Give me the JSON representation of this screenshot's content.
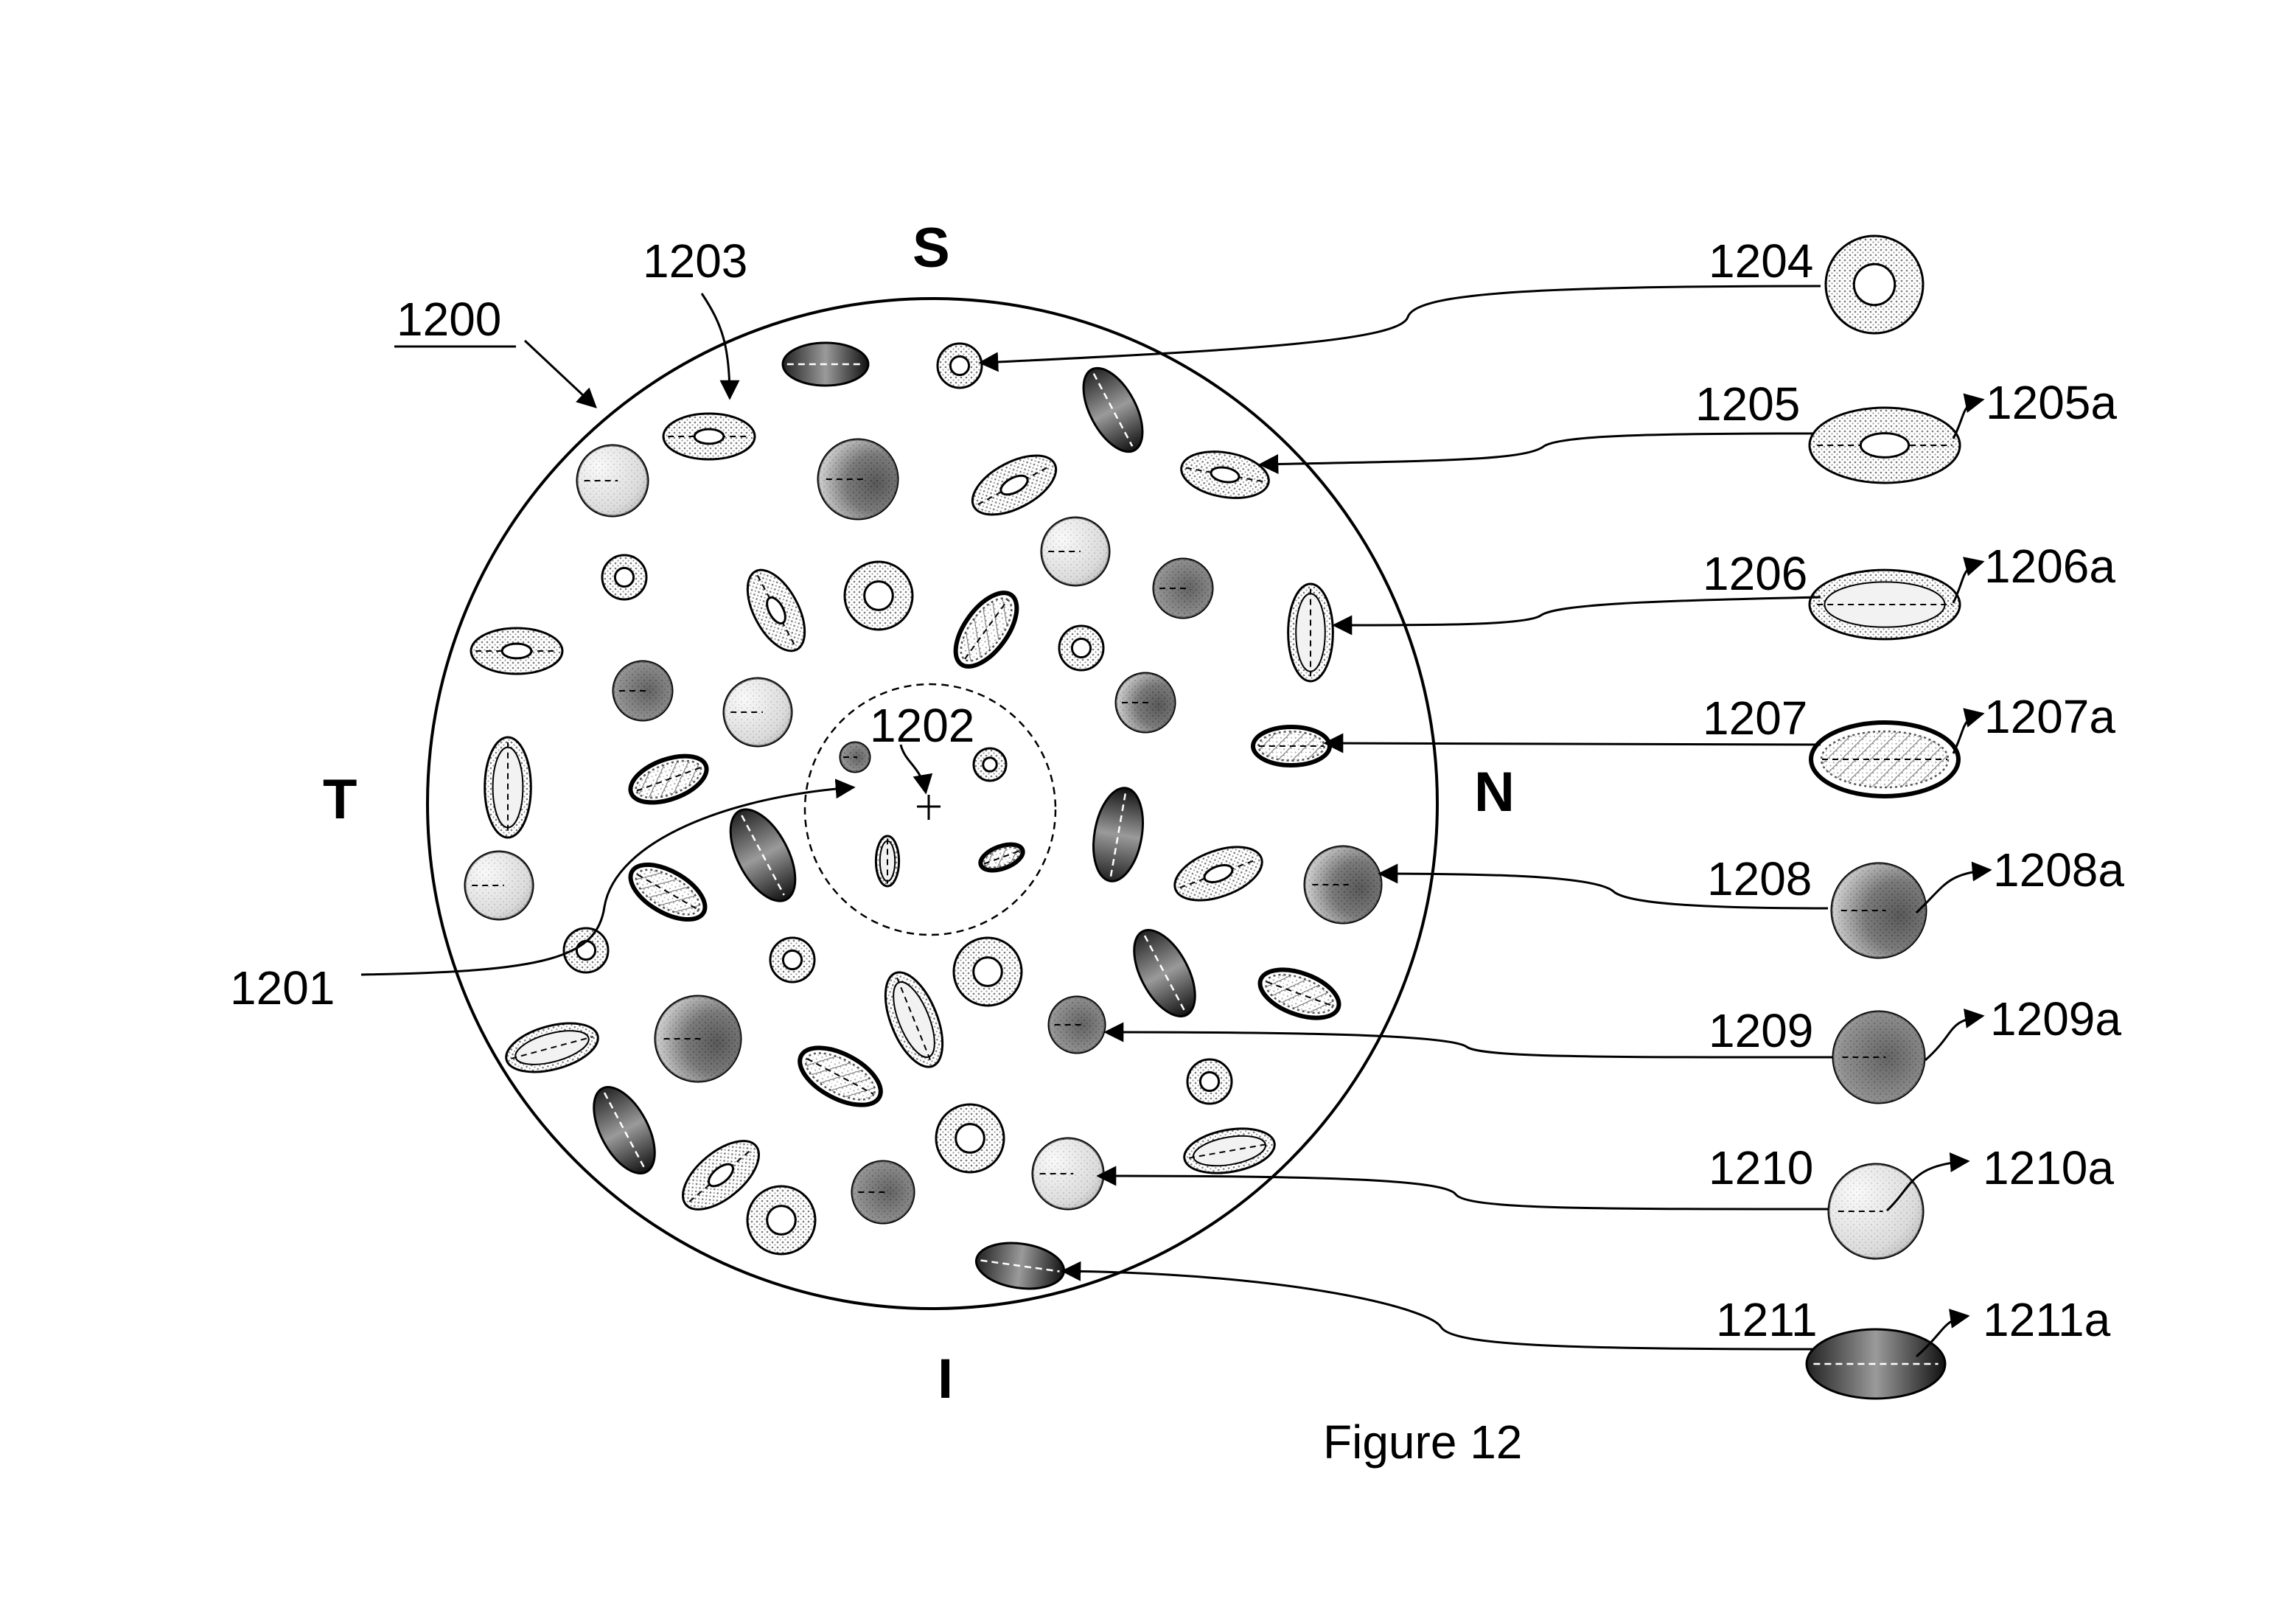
{
  "figure": {
    "caption": "Figure 12",
    "main_label": "1200",
    "directions": {
      "superior": "S",
      "inferior": "I",
      "temporal": "T",
      "nasal": "N"
    }
  },
  "callouts": {
    "c1201": "1201",
    "c1202": "1202",
    "c1203": "1203"
  },
  "legend": [
    {
      "id": "1204",
      "sub": ""
    },
    {
      "id": "1205",
      "sub": "1205a"
    },
    {
      "id": "1206",
      "sub": "1206a"
    },
    {
      "id": "1207",
      "sub": "1207a"
    },
    {
      "id": "1208",
      "sub": "1208a"
    },
    {
      "id": "1209",
      "sub": "1209a"
    },
    {
      "id": "1210",
      "sub": "1210a"
    },
    {
      "id": "1211",
      "sub": "1211a"
    }
  ]
}
